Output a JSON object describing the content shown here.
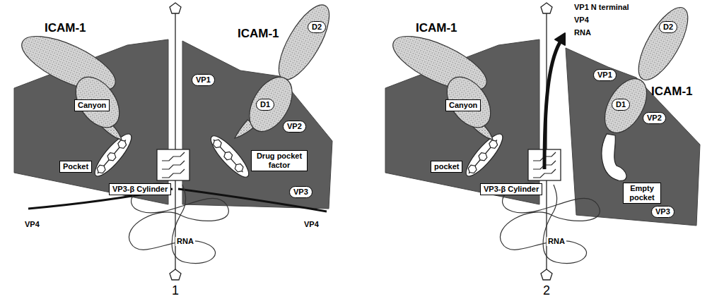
{
  "diagram": {
    "nodes": [
      {
        "text": [
          "Canyon"
        ]
      },
      {
        "text": [
          "VP1"
        ]
      },
      {
        "text": [
          "D2"
        ]
      },
      {
        "text": [
          "D1"
        ]
      },
      {
        "text": [
          "Pocket"
        ]
      },
      {
        "text": [
          "VP2"
        ]
      },
      {
        "text": [
          "Drug pocket factor"
        ]
      },
      {
        "text": [
          "VP3"
        ]
      },
      {
        "text": [
          "VP3-β Cylinder"
        ]
      },
      {
        "text": [
          "Canyon"
        ]
      },
      {
        "text": [
          "D2"
        ]
      },
      {
        "text": [
          "VP1"
        ]
      },
      {
        "text": [
          "D1"
        ]
      },
      {
        "text": [
          "VP2"
        ]
      },
      {
        "text": [
          "pocket"
        ]
      },
      {
        "text": [
          "Empty pocket"
        ]
      },
      {
        "text": [
          "VP3"
        ]
      },
      {
        "text": [
          "VP3-β Cylinder"
        ]
      }
    ],
    "labels": [
      "ICAM-1",
      "ICAM-1",
      "VP4",
      "VP4",
      "RNA",
      "1",
      "VP1 N terminal",
      "VP4",
      "RNA",
      "ICAM-1",
      "ICAM-1",
      "RNA",
      "2"
    ]
  }
}
